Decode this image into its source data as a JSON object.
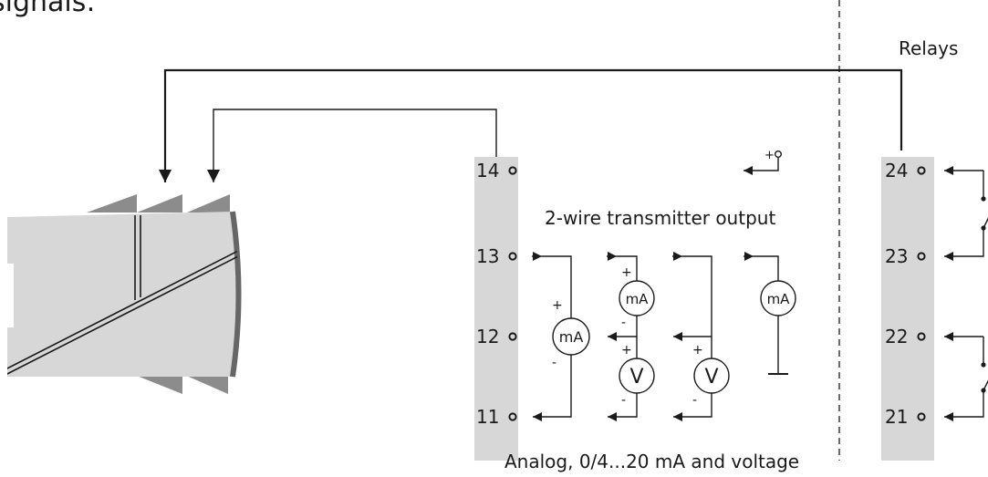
{
  "heading_fragment": "signals:",
  "relays_label": "Relays",
  "transmitter_label": "2-wire transmitter output",
  "analog_label": "Analog, 0/4...20 mA and voltage",
  "terminals": {
    "t14": "14",
    "t13": "13",
    "t12": "12",
    "t11": "11",
    "t24": "24",
    "t23": "23",
    "t22": "22",
    "t21": "21"
  },
  "meters": {
    "ma": "mA",
    "v": "V"
  },
  "polarity": {
    "plus": "+",
    "minus": "-"
  }
}
